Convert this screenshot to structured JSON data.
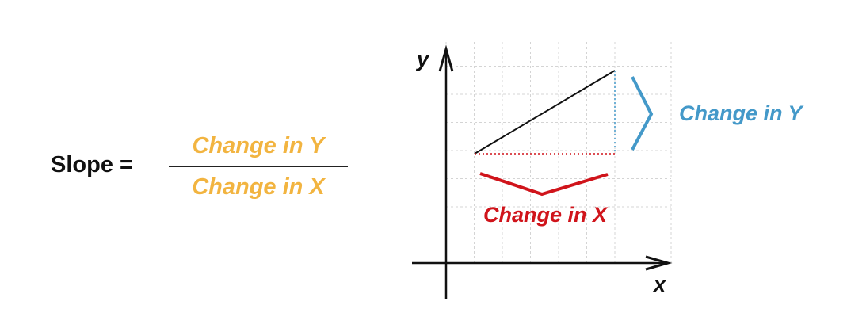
{
  "formula": {
    "lhs": "Slope =",
    "numerator": "Change in Y",
    "denominator": "Change in X"
  },
  "graph": {
    "y_axis_label": "y",
    "x_axis_label": "x",
    "rise_label": "Change in Y",
    "run_label": "Change in X"
  },
  "colors": {
    "formula_text": "#f2b440",
    "change_in_y": "#4499c9",
    "change_in_x": "#d0141b",
    "axis": "#111111",
    "grid": "#d4d4d4",
    "hypotenuse": "#111111"
  }
}
